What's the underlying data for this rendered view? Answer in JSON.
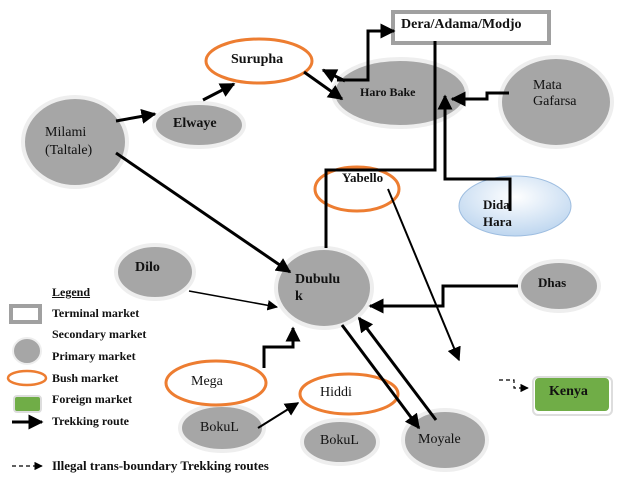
{
  "title": "Livestock market and trekking route network",
  "nodes": {
    "dera": "Dera/Adama/Modjo",
    "surupha": "Surupha",
    "haro_bake": "Haro Bake",
    "mata_gafarsa_1": "Mata",
    "mata_gafarsa_2": "Gafarsa",
    "milami_1": "Milami",
    "milami_2": "(Taltale)",
    "elwaye": "Elwaye",
    "yabello": "Yabello",
    "dida_hara_1": "Dida",
    "dida_hara_2": "Hara",
    "dilo": "Dilo",
    "dubuluk_1": "Dubulu",
    "dubuluk_2": "k",
    "dhas": "Dhas",
    "mega": "Mega",
    "hiddi": "Hiddi",
    "bokul_1": "BokuL",
    "bokul_2": "BokuL",
    "moyale": "Moyale",
    "kenya": "Kenya"
  },
  "legend": {
    "title": "Legend",
    "items": [
      "Terminal market",
      "Secondary market",
      "Primary market",
      "Bush market",
      "Foreign market",
      "Trekking route"
    ],
    "illegal": "Illegal trans-boundary Trekking routes"
  },
  "colors": {
    "primary_fill": "#a6a6a6",
    "bush_stroke": "#ed7d31",
    "foreign_fill": "#70ad47",
    "secondary_fill": "#dbe8f6"
  }
}
